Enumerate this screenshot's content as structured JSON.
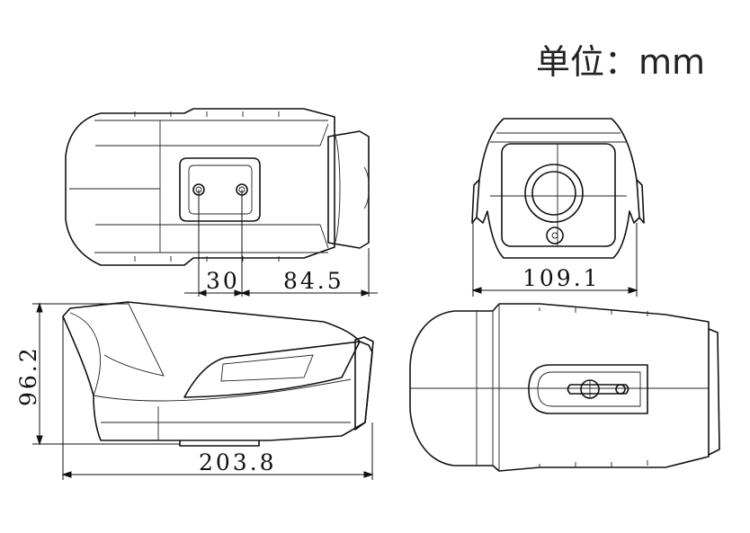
{
  "unit_label": "单位：mm",
  "dimensions": {
    "mount_spacing": "30",
    "mount_to_front": "84.5",
    "width": "109.1",
    "height": "96.2",
    "length": "203.8"
  }
}
